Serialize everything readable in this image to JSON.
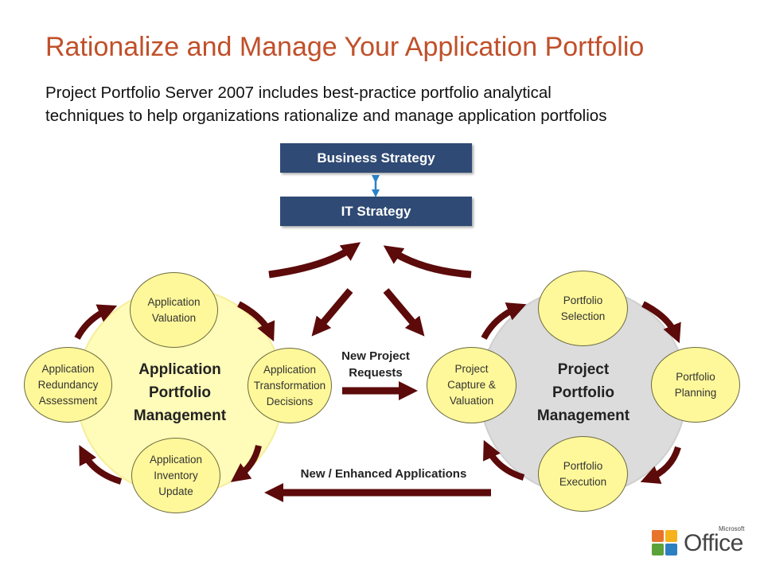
{
  "title": "Rationalize and Manage Your Application Portfolio",
  "subtitle": "Project Portfolio Server 2007 includes best-practice portfolio analytical\ntechniques to help organizations rationalize and manage application portfolios",
  "strategy": {
    "business": "Business Strategy",
    "it": "IT Strategy"
  },
  "apm": {
    "hub": "Application\nPortfolio\nManagement",
    "nodes": {
      "valuation": "Application\nValuation",
      "transformation": "Application\nTransformation\nDecisions",
      "inventory": "Application\nInventory\nUpdate",
      "redundancy": "Application\nRedundancy\nAssessment"
    }
  },
  "ppm": {
    "hub": "Project\nPortfolio\nManagement",
    "nodes": {
      "selection": "Portfolio\nSelection",
      "planning": "Portfolio\nPlanning",
      "execution": "Portfolio\nExecution",
      "capture": "Project\nCapture  &\nValuation"
    }
  },
  "flows": {
    "new_requests": "New Project\nRequests",
    "new_apps": "New / Enhanced Applications"
  },
  "logo": {
    "brand": "Office",
    "maker": "Microsoft"
  },
  "colors": {
    "title": "#c0502a",
    "strategy_box": "#2f4a74",
    "node_fill": "#fff89a",
    "apm_ring": "#fffbb8",
    "ppm_ring": "#dcdcdc",
    "arrow": "#5c0a0a",
    "connector": "#2a82c9"
  },
  "icons": [
    "double-arrow-icon",
    "office-logo-icon"
  ]
}
